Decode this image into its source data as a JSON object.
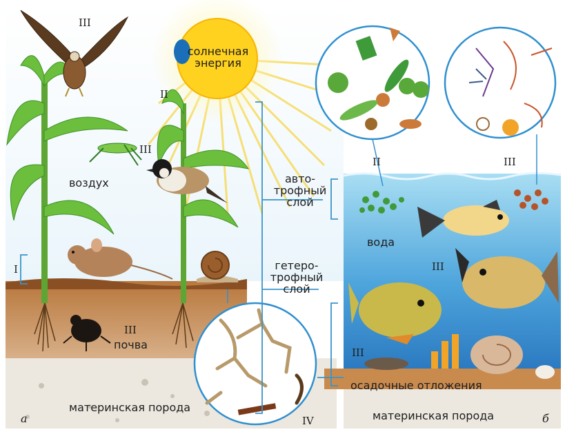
{
  "labels": {
    "sun_energy_line1": "солнечная",
    "sun_energy_line2": "энергия",
    "air": "воздух",
    "soil": "почва",
    "water": "вода",
    "parent_rock_left": "материнская порода",
    "parent_rock_right": "материнская порода",
    "sediments": "осадочные отложения",
    "autotrophic_line1": "авто-",
    "autotrophic_line2": "трофный",
    "autotrophic_line3": "слой",
    "heterotrophic_line1": "гетеро-",
    "heterotrophic_line2": "трофный",
    "heterotrophic_line3": "слой",
    "panel_a": "а",
    "panel_b": "б"
  },
  "roman_markers": {
    "eagle": "III",
    "plant_top": "II",
    "bird": "III",
    "mouse_level": "I",
    "beetle": "III",
    "phytoplankton": "II",
    "zooplankton": "III",
    "fish": "III",
    "seabed": "III",
    "soil_microbes": "IV"
  },
  "colors": {
    "sky": "#e7f3fa",
    "sun": "#ffd21f",
    "water_top": "#8fd2ef",
    "water_bottom": "#2d7fc6",
    "soil": "#b06a32",
    "rock": "#e8e5de",
    "leaf": "#5fae35",
    "bracket": "#3a94c9"
  }
}
